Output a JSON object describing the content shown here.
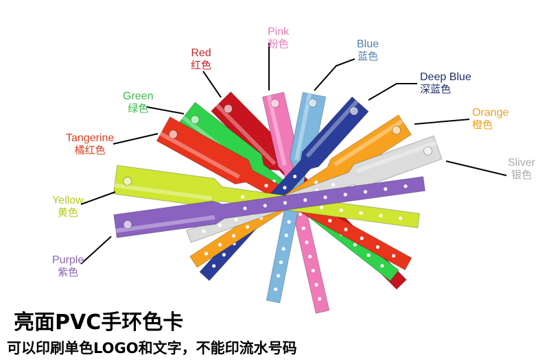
{
  "title": "亮面PVC手环色卡",
  "subtitle": "可以印刷单色LOGO和文字，不能印流水号码",
  "labels": {
    "pink": {
      "en": "Pink",
      "zh": "粉色",
      "color": "#e879b8"
    },
    "red": {
      "en": "Red",
      "zh": "红色",
      "color": "#c8202a"
    },
    "blue": {
      "en": "Blue",
      "zh": "蓝色",
      "color": "#4f7fb0"
    },
    "deep_blue": {
      "en": "Deep Blue",
      "zh": "深蓝色",
      "color": "#1f2f6a"
    },
    "green": {
      "en": "Green",
      "zh": "绿色",
      "color": "#3cb84a"
    },
    "orange": {
      "en": "Orange",
      "zh": "橙色",
      "color": "#e8a21a"
    },
    "tangerine": {
      "en": "Tangerine",
      "zh": "橘红色",
      "color": "#d8401e"
    },
    "sliver": {
      "en": "Sliver",
      "zh": "银色",
      "color": "#a9a9a9"
    },
    "yellow": {
      "en": "Yellow",
      "zh": "黄色",
      "color": "#b6c81a"
    },
    "purple": {
      "en": "Purple",
      "zh": "紫色",
      "color": "#8a63b5"
    }
  },
  "band_colors": {
    "pink": "#f07ab8",
    "red": "#c8141e",
    "blue": "#7eb8de",
    "deep_blue": "#2a3d98",
    "green": "#2fd24a",
    "orange": "#f7a21e",
    "tangerine": "#e8341c",
    "sliver": "#dcdcdc",
    "yellow": "#cfe633",
    "purple": "#8a62c0"
  }
}
